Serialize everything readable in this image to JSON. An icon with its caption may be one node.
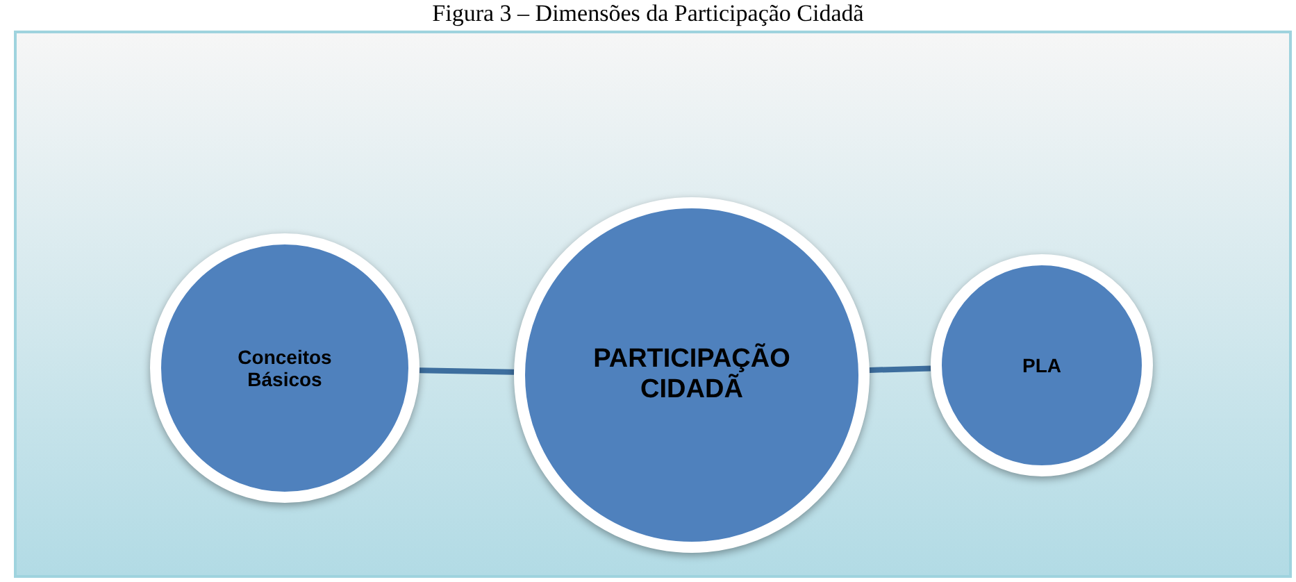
{
  "diagram": {
    "title": "Figura 3 – Dimensões da Participação Cidadã",
    "nodes": [
      {
        "text": [
          "Conceitos Básicos"
        ]
      },
      {
        "text": [
          "PARTICIPAÇÃO CIDADÃ"
        ]
      },
      {
        "text": [
          "PLA"
        ]
      }
    ],
    "edges": [
      {
        "from": 0,
        "to": 1,
        "arrow": "none"
      },
      {
        "from": 1,
        "to": 2,
        "arrow": "none"
      }
    ]
  }
}
